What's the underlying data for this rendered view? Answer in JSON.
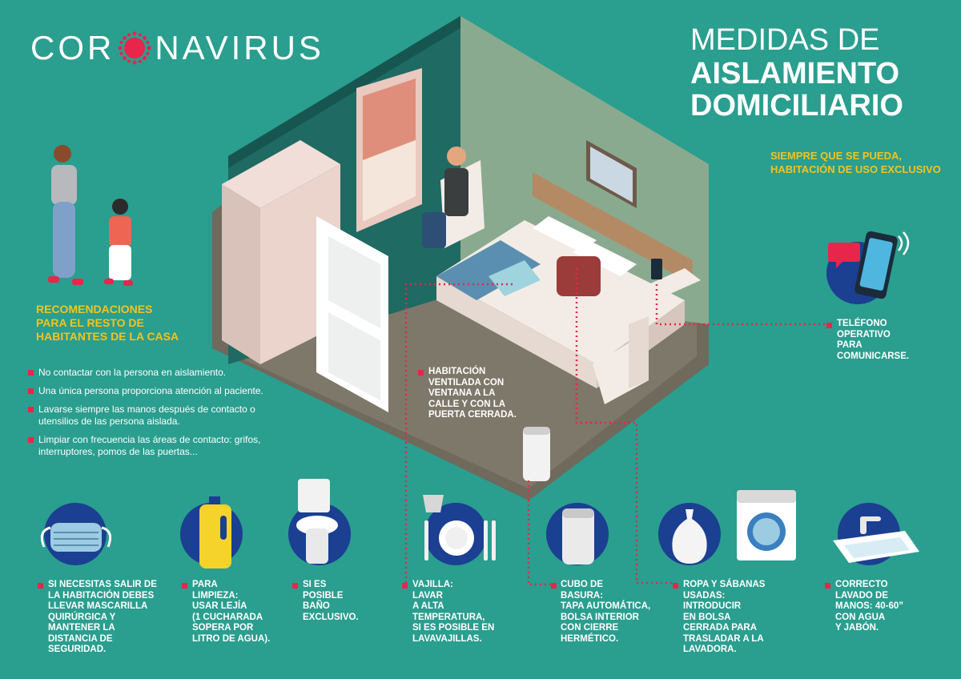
{
  "header": {
    "logo_left": "COR",
    "logo_right": "NAVIRUS",
    "title_line1": "MEDIDAS DE",
    "title_line2": "AISLAMIENTO",
    "title_line3": "DOMICILIARIO",
    "subtitle": "SIEMPRE QUE SE PUEDA, HABITACIÓN DE USO EXCLUSIVO"
  },
  "recommendations": {
    "heading": "RECOMENDACIONES PARA EL RESTO DE HABITANTES DE LA CASA",
    "items": [
      "No contactar con la persona en aislamiento.",
      "Una única persona proporciona atención al paciente.",
      "Lavarse siempre las manos después de contacto o utensilios de las persona aislada.",
      "Limpiar con frecuencia las áreas de contacto: grifos, interruptores, pomos de las puertas..."
    ]
  },
  "callouts": {
    "room": "HABITACIÓN\nVENTILADA CON\nVENTANA A LA\nCALLE Y CON LA\nPUERTA CERRADA.",
    "phone": "TELÉFONO\nOPERATIVO\nPARA\nCOMUNICARSE."
  },
  "bottom": [
    {
      "text": "SI NECESITAS SALIR DE\nLA HABITACIÓN DEBES\nLLEVAR MASCARILLA\nQUIRÚRGICA Y\nMANTENER LA\nDISTANCIA DE\nSEGURIDAD.",
      "icon": "mask-icon"
    },
    {
      "text": "PARA\nLIMPIEZA:\nUSAR LEJÍA\n(1 CUCHARADA\nSOPERA POR\nLITRO DE AGUA).",
      "icon": "bleach-icon"
    },
    {
      "text": "SI ES\nPOSIBLE\nBAÑO\nEXCLUSIVO.",
      "icon": "toilet-icon"
    },
    {
      "text": "VAJILLA:\nLAVAR\nA ALTA\nTEMPERATURA,\nSI ES POSIBLE EN\nLAVAVAJILLAS.",
      "icon": "dishes-icon"
    },
    {
      "text": "CUBO DE\nBASURA:\nTAPA AUTOMÁTICA,\nBOLSA INTERIOR\nCON CIERRE\nHERMÉTICO.",
      "icon": "trash-bin-icon"
    },
    {
      "text": "ROPA Y SÁBANAS\nUSADAS:\nINTRODUCIR\nEN BOLSA\nCERRADA PARA\nTRASLADAR A LA\nLAVADORA.",
      "icon": "laundry-icon"
    },
    {
      "text": "CORRECTO\nLAVADO DE\nMANOS: 40-60”\nCON AGUA\nY JABÓN.",
      "icon": "sink-icon"
    }
  ],
  "colors": {
    "background": "#2a9e8f",
    "accent": "#e8254b",
    "highlight": "#f6c31b",
    "icon_circle": "#1b3f91"
  }
}
